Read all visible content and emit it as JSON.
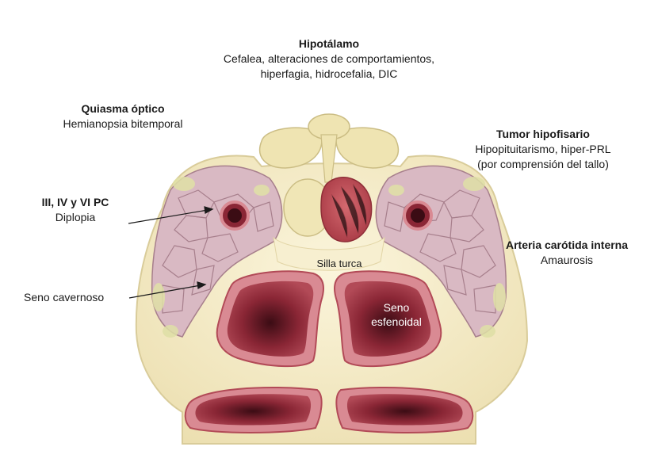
{
  "labels": {
    "hipotalamo": {
      "title": "Hipotálamo",
      "desc_line1": "Cefalea, alteraciones de comportamientos,",
      "desc_line2": "hiperfagia, hidrocefalia, DIC"
    },
    "quiasma": {
      "title": "Quiasma óptico",
      "desc": "Hemianopsia bitemporal"
    },
    "tumor": {
      "title": "Tumor hipofisario",
      "desc_line1": "Hipopituitarismo, hiper-PRL",
      "desc_line2": "(por comprensión del tallo)"
    },
    "pares_craneales": {
      "title": "III, IV y VI PC",
      "desc": "Diplopia"
    },
    "carotida": {
      "title": "Arteria carótida interna",
      "desc": "Amaurosis"
    },
    "seno_cavernoso": "Seno cavernoso",
    "silla_turca": "Silla turca",
    "seno_esfenoidal_line1": "Seno",
    "seno_esfenoidal_line2": "esfenoidal"
  },
  "colors": {
    "bone": "#f4ecc9",
    "bone_edge": "#d9cc9a",
    "sinus_rim": "#d98a93",
    "sinus_inner": "#8a2635",
    "tumor": "#c9545c",
    "cavernous": "#d9b9c3",
    "cavernous_edge": "#a77f8c",
    "fat": "#dfe0a6"
  }
}
